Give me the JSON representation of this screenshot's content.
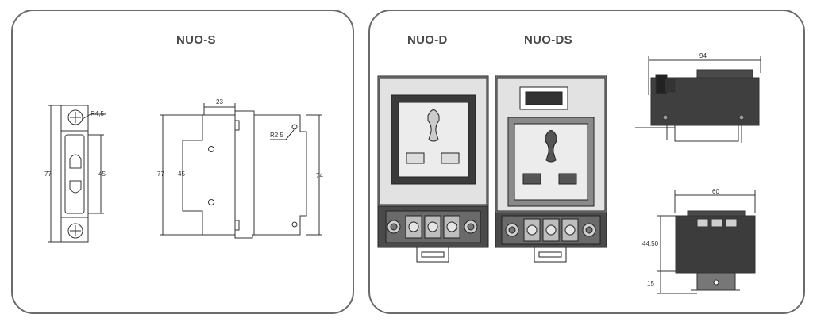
{
  "left_panel": {
    "title": "NUO-S",
    "front_view": {
      "height_total": "77",
      "height_inner": "45",
      "radius": "R4,5"
    },
    "side_view": {
      "height_total": "77",
      "height_inner": "45",
      "width_top": "23",
      "radius": "R2,5",
      "height_right": "74"
    }
  },
  "right_panel": {
    "product_d": "NUO-D",
    "product_ds": "NUO-DS",
    "top_view": {
      "width": "94"
    },
    "end_view": {
      "width": "60",
      "height_body": "44.50",
      "height_base": "15"
    }
  }
}
